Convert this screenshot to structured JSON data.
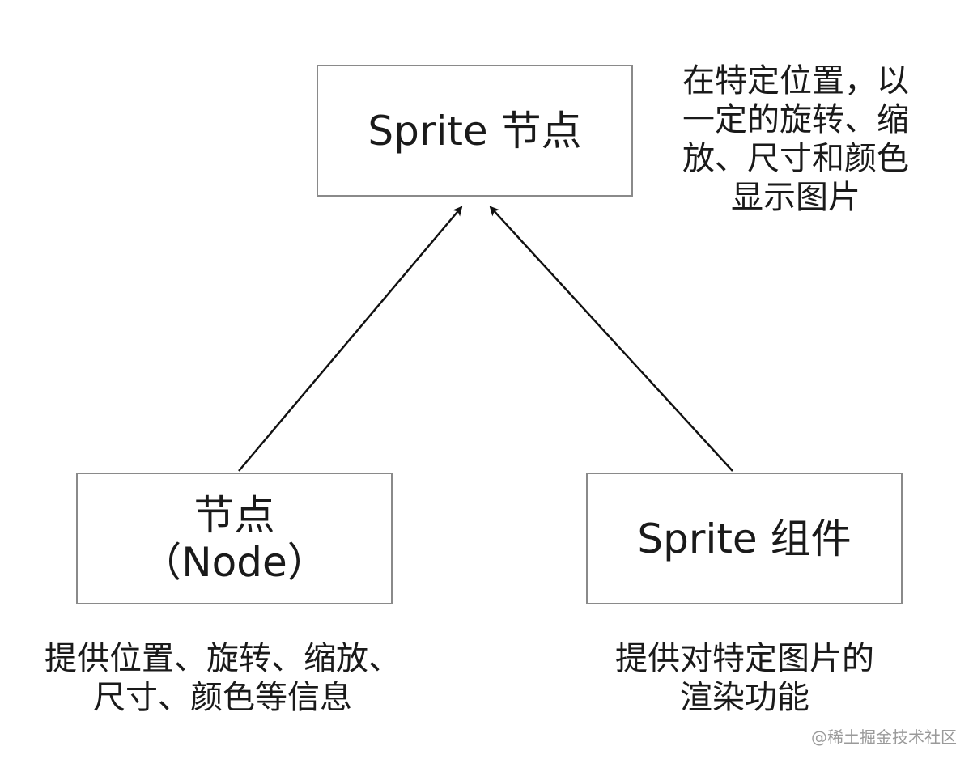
{
  "diagram": {
    "sprite_node": {
      "label": "Sprite 节点",
      "note_lines": [
        "在特定位置，以",
        "一定的旋转、缩",
        "放、尺寸和颜色",
        "显示图片"
      ]
    },
    "node": {
      "label_line1": "节点",
      "label_line2": "（Node）",
      "note_lines": [
        "提供位置、旋转、缩放、",
        "尺寸、颜色等信息"
      ]
    },
    "sprite_component": {
      "label": "Sprite 组件",
      "note_lines": [
        "提供对特定图片的",
        "渲染功能"
      ]
    },
    "edges": [
      {
        "from": "node",
        "to": "sprite_node"
      },
      {
        "from": "sprite_component",
        "to": "sprite_node"
      }
    ],
    "colors": {
      "box_border": "#8a8a8a",
      "arrow": "#111111",
      "text": "#1a1a1a",
      "watermark": "#9a9a9a"
    }
  },
  "watermark": "@稀土掘金技术社区"
}
